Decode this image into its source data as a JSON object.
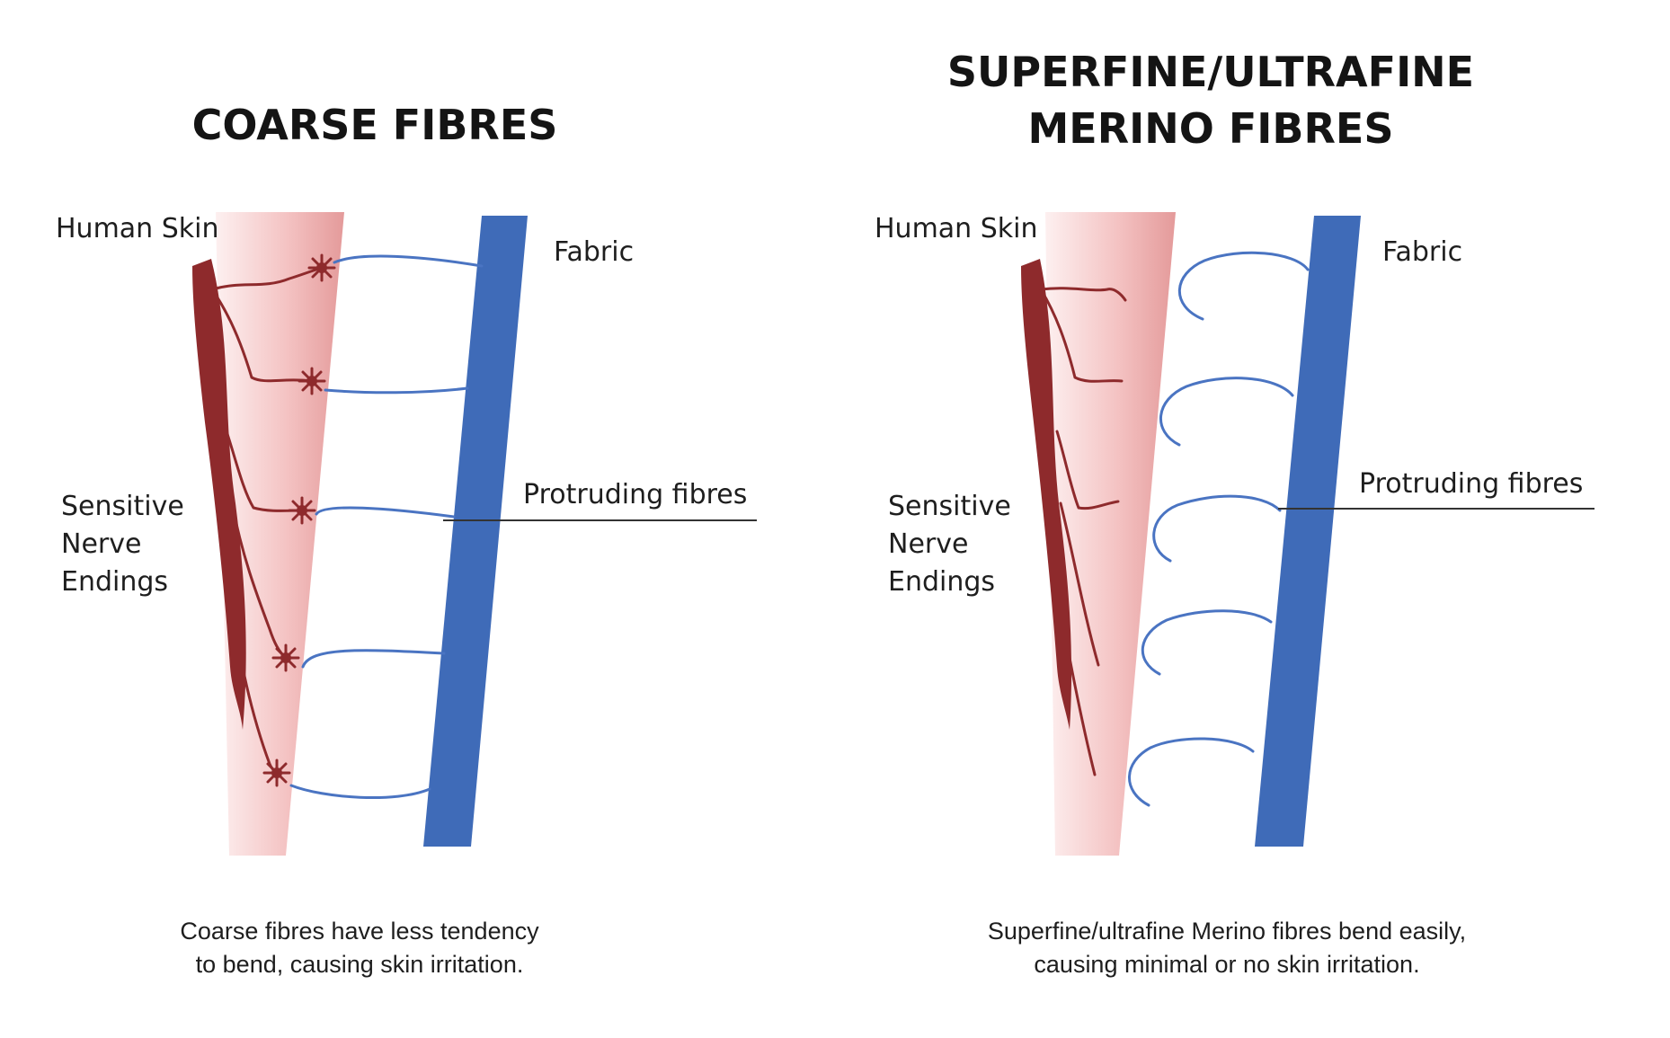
{
  "colors": {
    "fabric": "#3f6bb8",
    "fibre": "#4a74c2",
    "nerve": "#8e2a2c",
    "skin_dark": "#e59a9a",
    "skin_light": "#fdeeee",
    "text": "#1a1a1a"
  },
  "left": {
    "title": "COARSE FIBRES",
    "human_skin": "Human Skin",
    "fabric": "Fabric",
    "protruding": "Protruding fibres",
    "nerve_line1": "Sensitive",
    "nerve_line2": "Nerve",
    "nerve_line3": "Endings",
    "caption_line1": "Coarse fibres have less tendency",
    "caption_line2": "to bend, causing skin irritation."
  },
  "right": {
    "title_line1": "SUPERFINE/ULTRAFINE",
    "title_line2": "MERINO FIBRES",
    "human_skin": "Human Skin",
    "fabric": "Fabric",
    "protruding": "Protruding fibres",
    "nerve_line1": "Sensitive",
    "nerve_line2": "Nerve",
    "nerve_line3": "Endings",
    "caption_line1": "Superfine/ultrafine Merino fibres bend easily,",
    "caption_line2": "causing minimal or no skin irritation."
  }
}
